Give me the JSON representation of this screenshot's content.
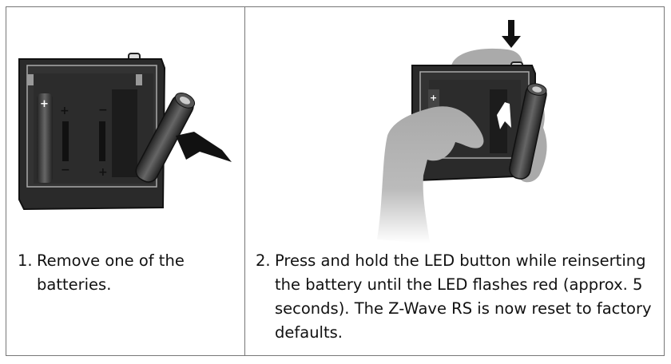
{
  "steps": [
    {
      "number": "1.",
      "text": "Remove one of the batteries."
    },
    {
      "number": "2.",
      "text": "Press and hold the LED button while reinserting the battery until the LED flashes red (approx. 5 seconds). The Z-Wave RS is now reset to factory defaults."
    }
  ]
}
